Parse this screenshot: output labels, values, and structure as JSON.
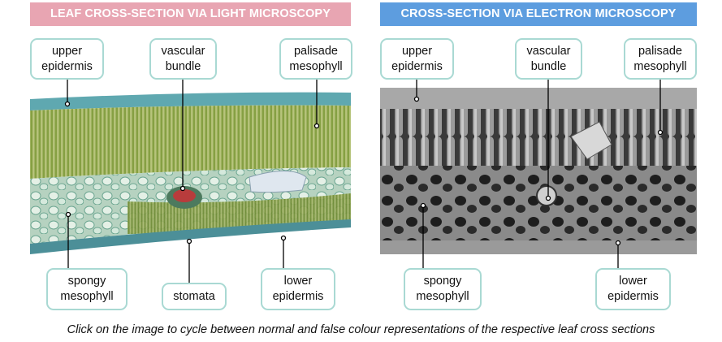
{
  "left": {
    "title": "LEAF CROSS-SECTION VIA LIGHT MICROSCOPY",
    "labels": {
      "upper_epidermis": "upper\nepidermis",
      "vascular_bundle": "vascular\nbundle",
      "palisade_mesophyll": "palisade\nmesophyll",
      "spongy_mesophyll": "spongy\nmesophyll",
      "stomata": "stomata",
      "lower_epidermis": "lower\nepidermis"
    }
  },
  "right": {
    "title": "CROSS-SECTION VIA ELECTRON MICROSCOPY",
    "labels": {
      "upper_epidermis": "upper\nepidermis",
      "vascular_bundle": "vascular\nbundle",
      "palisade_mesophyll": "palisade\nmesophyll",
      "spongy_mesophyll": "spongy\nmesophyll",
      "lower_epidermis": "lower\nepidermis"
    }
  },
  "caption": "Click on the image to cycle between normal and false colour representations of the respective leaf cross sections",
  "colors": {
    "left_banner": "#e8a5b2",
    "right_banner": "#5d9ddf",
    "label_border": "#a9d9d3"
  }
}
